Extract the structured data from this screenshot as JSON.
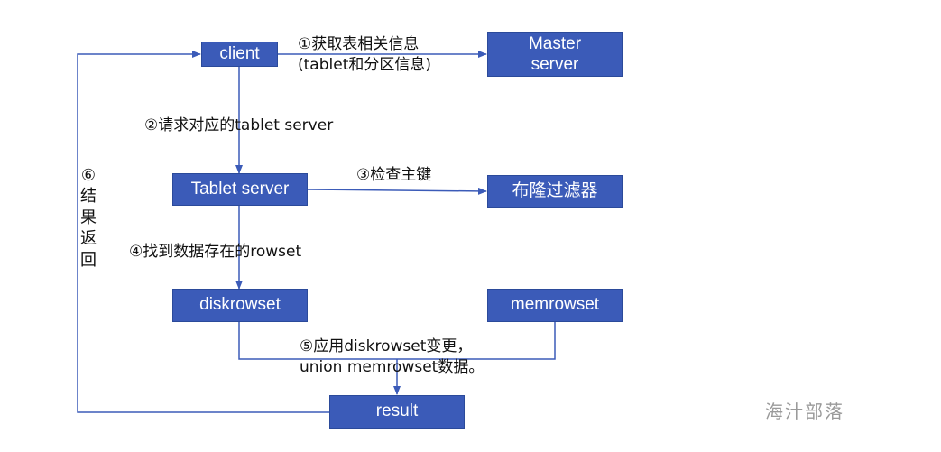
{
  "nodes": {
    "client": "client",
    "master_server": "Master\nserver",
    "tablet_server": "Tablet server",
    "bloom_filter": "布隆过滤器",
    "diskrowset": "diskrowset",
    "memrowset": "memrowset",
    "result": "result"
  },
  "edges": {
    "step1": "①获取表相关信息\n(tablet和分区信息)",
    "step2": "②请求对应的tablet server",
    "step3": "③检查主键",
    "step4": "④找到数据存在的rowset",
    "step5": "⑤应用diskrowset变更，\nunion memrowset数据。",
    "step6": "⑥结果返回"
  },
  "watermark": "海汁部落",
  "colors": {
    "box_fill": "#3b5bb8",
    "box_border": "#2b4a9a",
    "connector": "#3b5bb8",
    "text": "#111111",
    "watermark": "#9a9a9a"
  }
}
